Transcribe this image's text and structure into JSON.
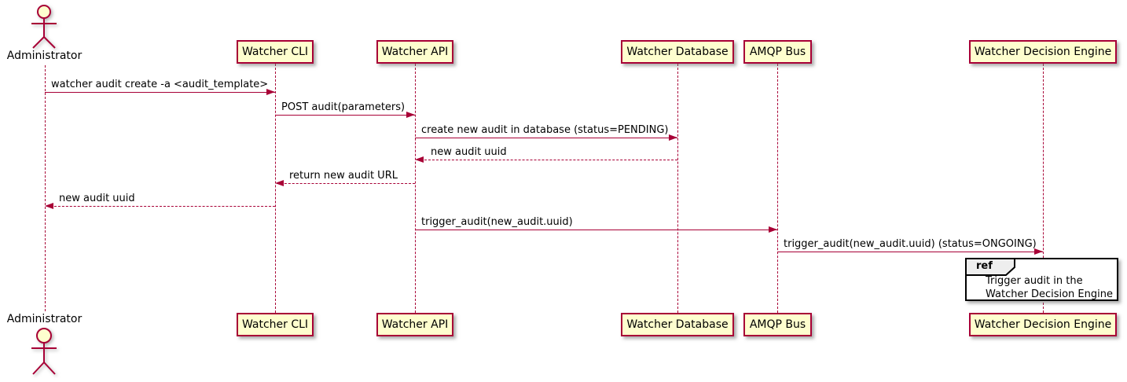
{
  "diagram": {
    "type": "sequence-diagram",
    "colors": {
      "accent": "#A80036",
      "participant_fill": "#FEFECE",
      "ref_header_fill": "#EEEEEE",
      "text": "#000000"
    },
    "actor": {
      "label": "Administrator"
    },
    "participants": [
      {
        "label": "Watcher CLI"
      },
      {
        "label": "Watcher API"
      },
      {
        "label": "Watcher Database"
      },
      {
        "label": "AMQP Bus"
      },
      {
        "label": "Watcher Decision Engine"
      }
    ],
    "messages": [
      {
        "from": "Administrator",
        "to": "Watcher CLI",
        "label": "watcher audit create -a <audit_template>",
        "line": "solid"
      },
      {
        "from": "Watcher CLI",
        "to": "Watcher API",
        "label": "POST audit(parameters)",
        "line": "solid"
      },
      {
        "from": "Watcher API",
        "to": "Watcher Database",
        "label": "create new audit in database (status=PENDING)",
        "line": "solid"
      },
      {
        "from": "Watcher Database",
        "to": "Watcher API",
        "label": "new audit uuid",
        "line": "dashed"
      },
      {
        "from": "Watcher API",
        "to": "Watcher CLI",
        "label": "return new audit URL",
        "line": "dashed"
      },
      {
        "from": "Watcher CLI",
        "to": "Administrator",
        "label": "new audit uuid",
        "line": "dashed"
      },
      {
        "from": "Watcher API",
        "to": "AMQP Bus",
        "label": "trigger_audit(new_audit.uuid)",
        "line": "solid"
      },
      {
        "from": "AMQP Bus",
        "to": "Watcher Decision Engine",
        "label": "trigger_audit(new_audit.uuid) (status=ONGOING)",
        "line": "solid"
      }
    ],
    "ref": {
      "keyword": "ref",
      "lines": [
        "Trigger audit in the",
        "Watcher Decision Engine"
      ]
    }
  }
}
